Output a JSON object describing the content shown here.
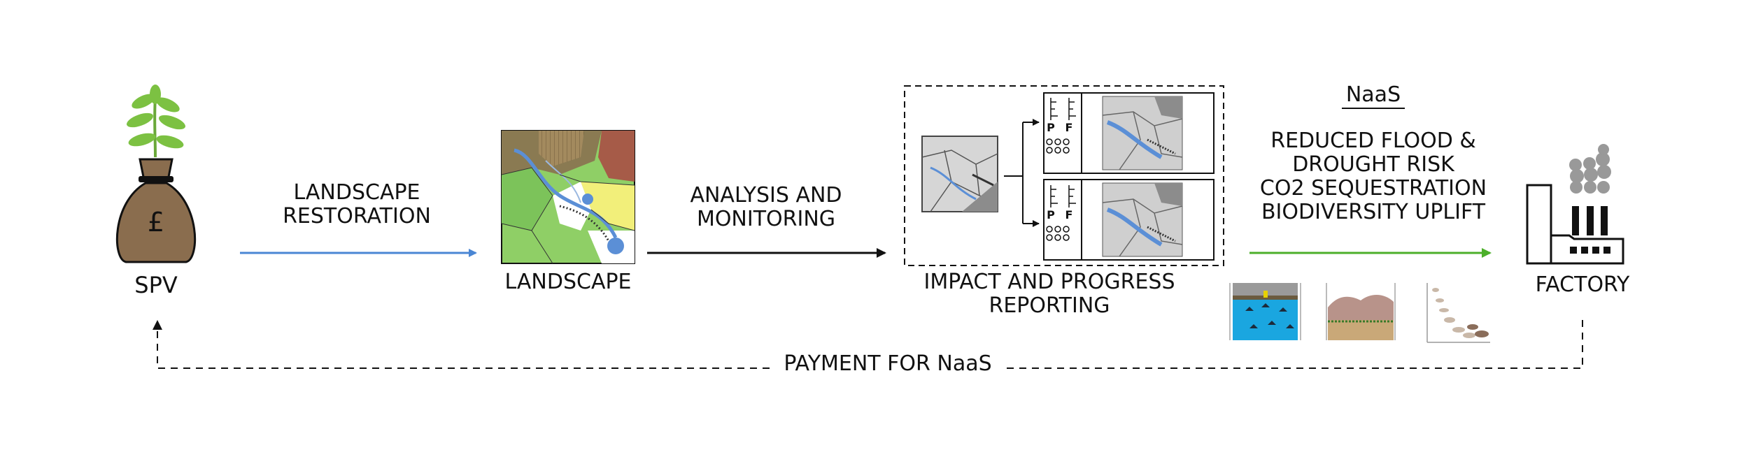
{
  "nodes": {
    "spv": "SPV",
    "pound_symbol": "£",
    "landscape": "LANDSCAPE",
    "factory": "FACTORY"
  },
  "arrows": {
    "restoration": [
      "LANDSCAPE",
      "RESTORATION"
    ],
    "analysis": [
      "ANALYSIS AND",
      "MONITORING"
    ],
    "payment": "PAYMENT FOR NaaS"
  },
  "reporting": [
    "IMPACT AND PROGRESS",
    "REPORTING"
  ],
  "naas": {
    "title": "NaaS",
    "benefits": [
      "REDUCED FLOOD &",
      "DROUGHT RISK",
      "CO2 SEQUESTRATION",
      "BIODIVERSITY UPLIFT"
    ]
  },
  "chart_letters": {
    "p": "P",
    "f": "F"
  },
  "colors": {
    "restoration_arrow": "#4a86d4",
    "naas_arrow": "#4caf2a",
    "bag": "#8a6d4e",
    "plant": "#7cc142",
    "water": "#5b8fd6",
    "aquifer": "#1aa6e0"
  },
  "icons": [
    "money-bag-icon",
    "plant-icon",
    "factory-icon",
    "landscape-map",
    "water-table-icon",
    "soil-profile-icon",
    "species-chart-icon"
  ]
}
